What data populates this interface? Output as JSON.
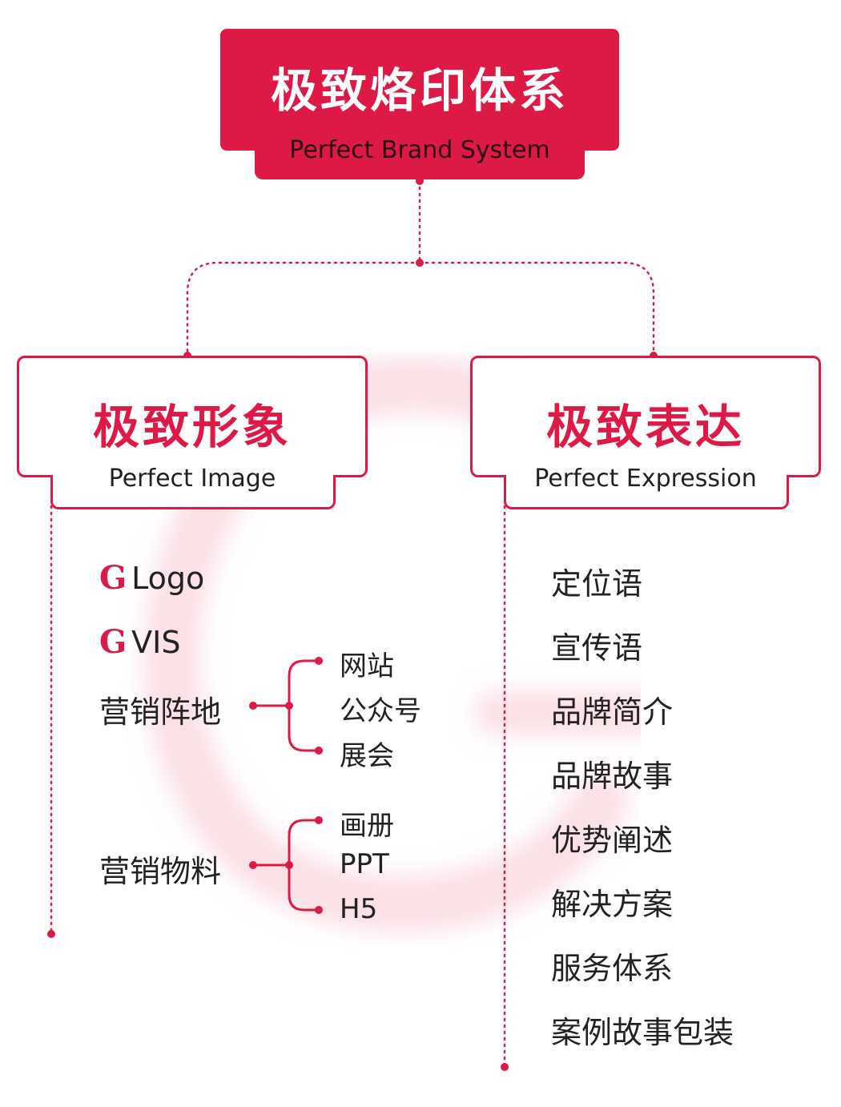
{
  "colors": {
    "accent": "#dc1a45",
    "text": "#222222",
    "watermark": "#fbe0e6"
  },
  "root": {
    "title": "极致烙印体系",
    "subtitle": "Perfect Brand System"
  },
  "image": {
    "title": "极致形象",
    "subtitle": "Perfect Image",
    "items": [
      {
        "mark": "G",
        "label": "Logo"
      },
      {
        "mark": "G",
        "label": "VIS"
      }
    ],
    "groups": [
      {
        "label": "营销阵地",
        "children": [
          "网站",
          "公众号",
          "展会"
        ]
      },
      {
        "label": "营销物料",
        "children": [
          "画册",
          "PPT",
          "H5"
        ]
      }
    ]
  },
  "expression": {
    "title": "极致表达",
    "subtitle": "Perfect Expression",
    "items": [
      "定位语",
      "宣传语",
      "品牌简介",
      "品牌故事",
      "优势阐述",
      "解决方案",
      "服务体系",
      "案例故事包装"
    ]
  }
}
